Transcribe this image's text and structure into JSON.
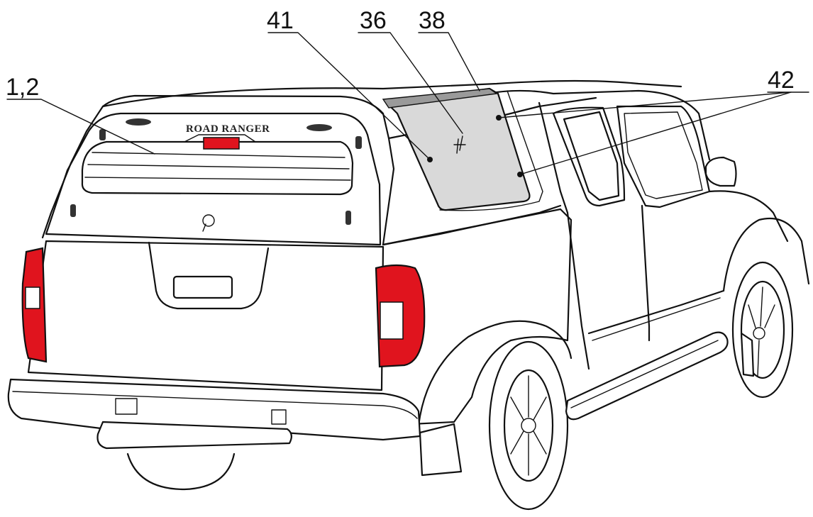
{
  "callouts": [
    {
      "id": "c12",
      "label": "1,2"
    },
    {
      "id": "c41",
      "label": "41"
    },
    {
      "id": "c36",
      "label": "36"
    },
    {
      "id": "c38",
      "label": "38"
    },
    {
      "id": "c42",
      "label": "42"
    }
  ],
  "brand_badge": "ROAD RANGER",
  "colors": {
    "tail_light": "#e0141e",
    "brake_light": "#e0141e",
    "side_window_glass": "#d9d9d9",
    "seal_strip": "#9a9a9a",
    "outline": "#111111"
  }
}
